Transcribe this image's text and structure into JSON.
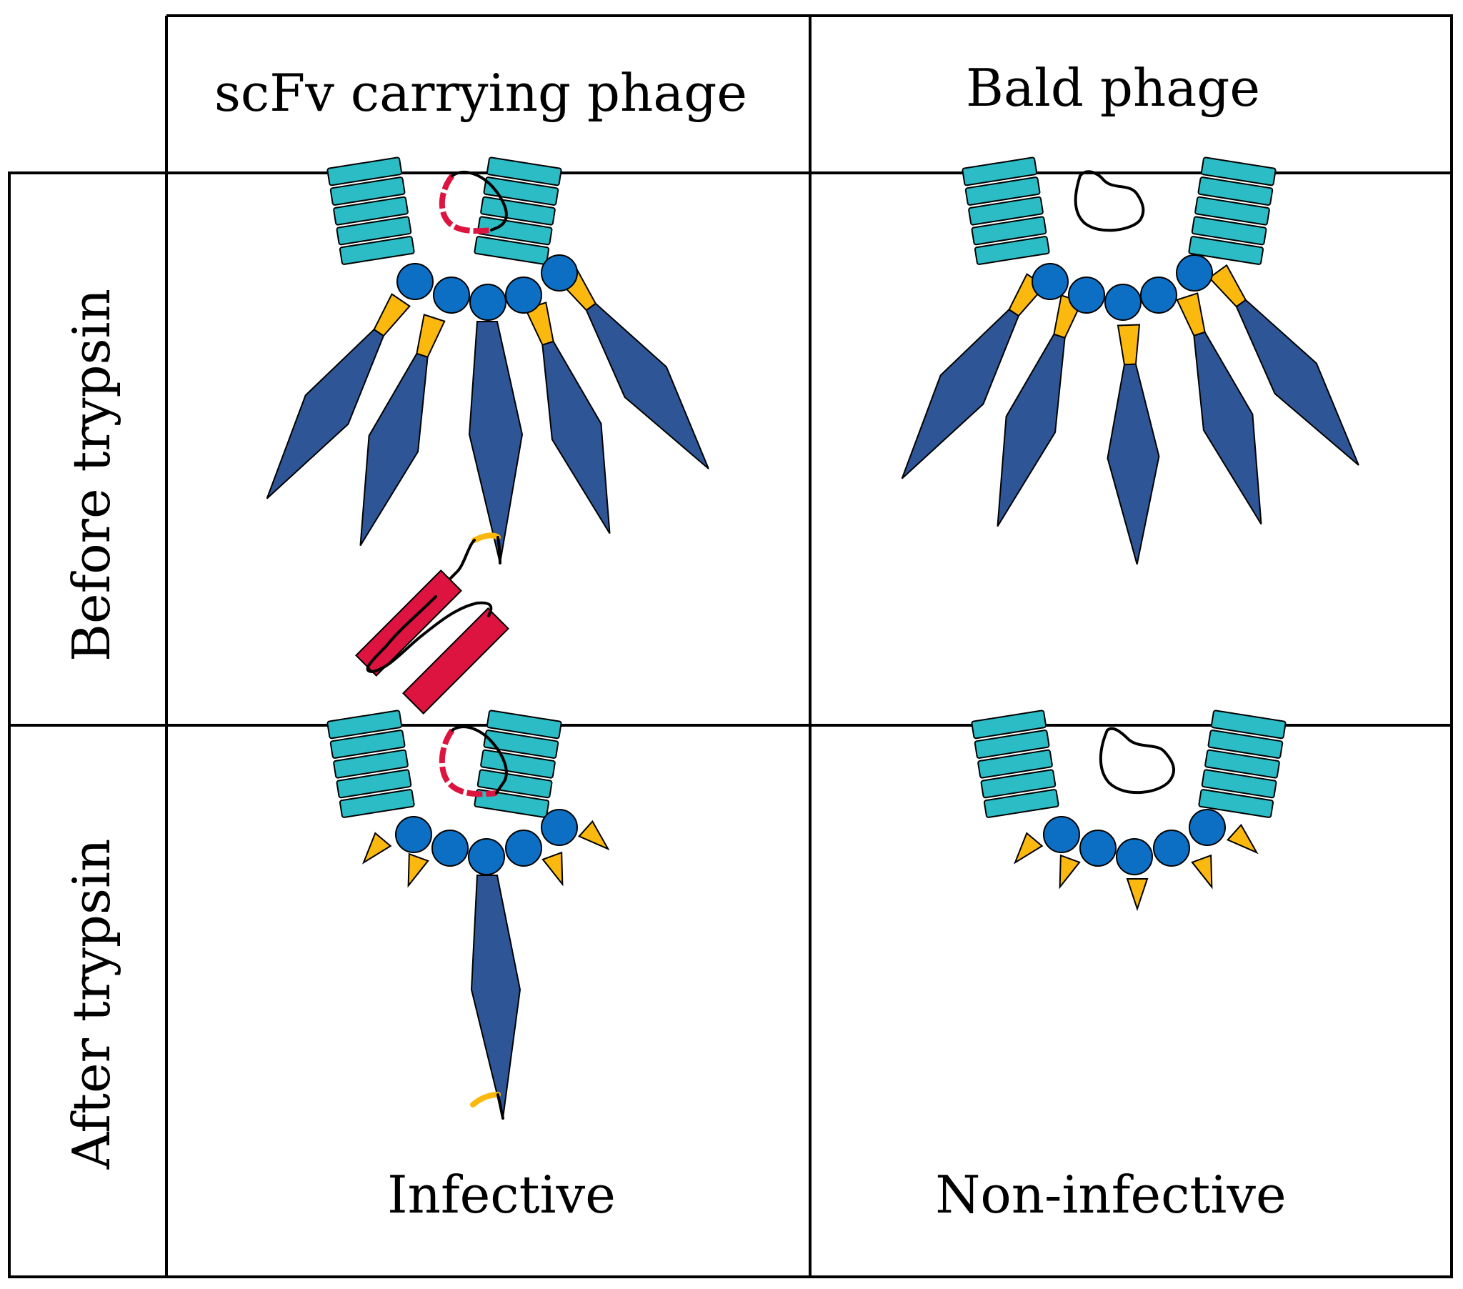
{
  "header": {
    "col1": "scFv carrying phage",
    "col2": "Bald phage"
  },
  "rows": {
    "row1": "Before trypsin",
    "row2": "After trypsin"
  },
  "outcomes": {
    "col1": "Infective",
    "col2": "Non-infective"
  },
  "colors": {
    "coat": "#2bbcc6",
    "capsule": "#0c6fc4",
    "protein": "#2e5596",
    "linker": "#fbb80f",
    "scfv": "#dc143f",
    "lines": "#000000"
  }
}
